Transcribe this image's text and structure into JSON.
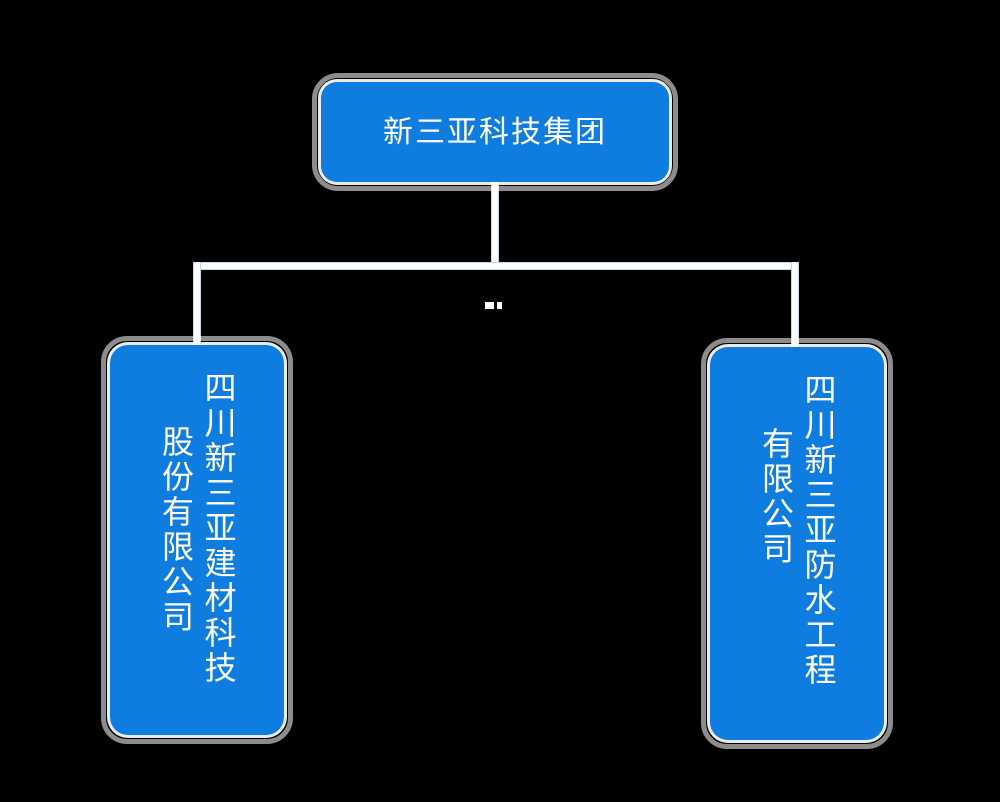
{
  "diagram": {
    "type": "organization-chart",
    "background_color": "#000000",
    "node_fill_color": "#0f7cdf",
    "node_text_color": "#ffffff",
    "connector_fill_color": "#ffffff",
    "connector_outline_color": "#bcd9f0",
    "root": {
      "id": "node-root",
      "label": "新三亚科技集团",
      "text_direction": "horizontal"
    },
    "children": [
      {
        "id": "node-left",
        "text_direction": "vertical-rl",
        "columns": [
          "四川新三亚建材科技",
          "股份有限公司"
        ],
        "full_label": "四川新三亚建材科技股份有限公司"
      },
      {
        "id": "node-right",
        "text_direction": "vertical-rl",
        "columns": [
          "四川新三亚防水工程",
          "有限公司"
        ],
        "full_label": "四川新三亚防水工程有限公司"
      }
    ]
  }
}
